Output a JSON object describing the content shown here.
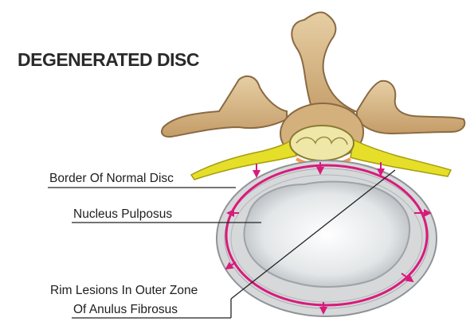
{
  "title": "DEGENERATED DISC",
  "labels": {
    "border": "Border Of Normal Disc",
    "nucleus": "Nucleus Pulposus",
    "rim_line1": "Rim Lesions In Outer Zone",
    "rim_line2": "Of Anulus Fibrosus"
  },
  "colors": {
    "bone": "#d6b98a",
    "nerve": "#e8e02a",
    "normal_disc_border": "#d81b7a",
    "anulus": "#d9dadb",
    "nucleus": "#eef0f1",
    "annotation_line": "#222222"
  }
}
